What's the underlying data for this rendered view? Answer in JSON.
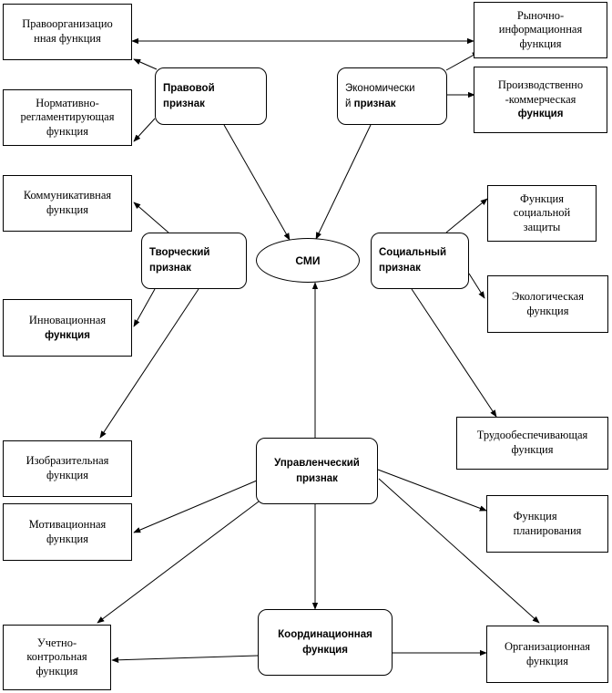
{
  "center": "СМИ",
  "nodes": {
    "legal": "Правовой\nпризнак",
    "economic_a": "Экономически\nй ",
    "economic_b": "признак",
    "creative": "Творческий\nпризнак",
    "social": "Социальный\nпризнак",
    "managerial": "Управленческий\nпризнак",
    "coordination": "Координационная\nфункция"
  },
  "functions": {
    "law_org": "Правоорганизацио\nнная функция",
    "normative": "Нормативно-\nрегламентирующая\nфункция",
    "market_info": "Рыночно-\nинформационная\nфункция",
    "production_a": "Производственно\n-коммерческая\n",
    "production_b": "функция",
    "communicative": "Коммуникативная\nфункция",
    "innovation_a": "Инновационная\n",
    "innovation_b": "функция",
    "social_protect": "Функция\nсоциальной\nзащиты",
    "ecological": "Экологическая\nфункция",
    "labor": "Трудообеспечивающая\nфункция",
    "visual": "Изобразительная\nфункция",
    "motivational": "Мотивационная\nфункция",
    "planning": "Функция\nпланирования",
    "accounting": "Учетно-\nконтрольная\nфункция",
    "organizational": "Организационная\nфункция"
  }
}
